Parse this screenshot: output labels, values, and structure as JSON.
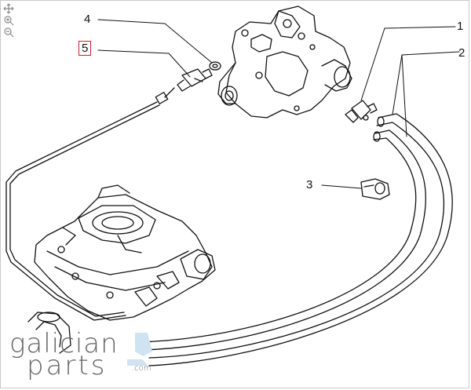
{
  "viewer": {
    "zoom_controls": [
      {
        "icon": "pan-icon"
      },
      {
        "icon": "zoom-in-icon"
      },
      {
        "icon": "zoom-out-icon"
      }
    ]
  },
  "callouts": [
    {
      "id": "1",
      "label": "1",
      "selected": false
    },
    {
      "id": "2",
      "label": "2",
      "selected": false
    },
    {
      "id": "3",
      "label": "3",
      "selected": false
    },
    {
      "id": "4",
      "label": "4",
      "selected": false
    },
    {
      "id": "5",
      "label": "5",
      "selected": true
    }
  ],
  "logo": {
    "line1": "galician",
    "line2": "parts",
    "suffix": ".com"
  },
  "colors": {
    "selection": "#c8202a",
    "ink": "#111111",
    "logo": "#666666",
    "logo_accent": "#cfe3f2"
  }
}
